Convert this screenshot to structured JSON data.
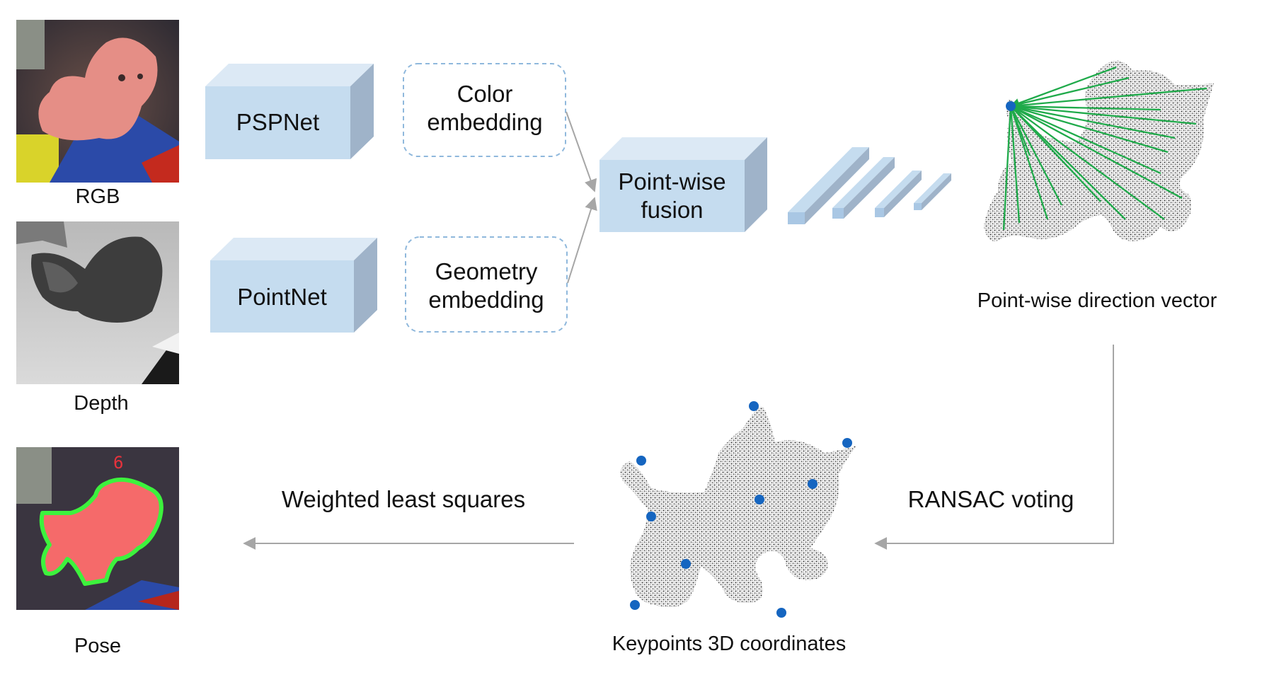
{
  "images": {
    "rgb": {
      "label": "RGB"
    },
    "depth": {
      "label": "Depth"
    },
    "pose": {
      "label": "Pose",
      "overlay_number": "6"
    }
  },
  "networks": {
    "pspnet": "PSPNet",
    "pointnet": "PointNet",
    "fusion": "Point-wise fusion"
  },
  "embeddings": {
    "color": "Color embedding",
    "geometry": "Geometry embedding"
  },
  "outputs": {
    "direction_vector": "Point-wise direction vector",
    "keypoints": "Keypoints 3D coordinates"
  },
  "steps": {
    "ransac": "RANSAC voting",
    "least_squares": "Weighted least squares"
  },
  "colors": {
    "box_front": "#c5dcef",
    "box_top": "#dce9f5",
    "box_side": "#9fb3c9",
    "dashed_border": "#8fb8dc",
    "arrow": "#a6a6a6",
    "vector_green": "#1faa4a",
    "keypoint_blue": "#1565c0",
    "pose_mask": "#f56a6a",
    "pose_outline": "#3df23d"
  }
}
